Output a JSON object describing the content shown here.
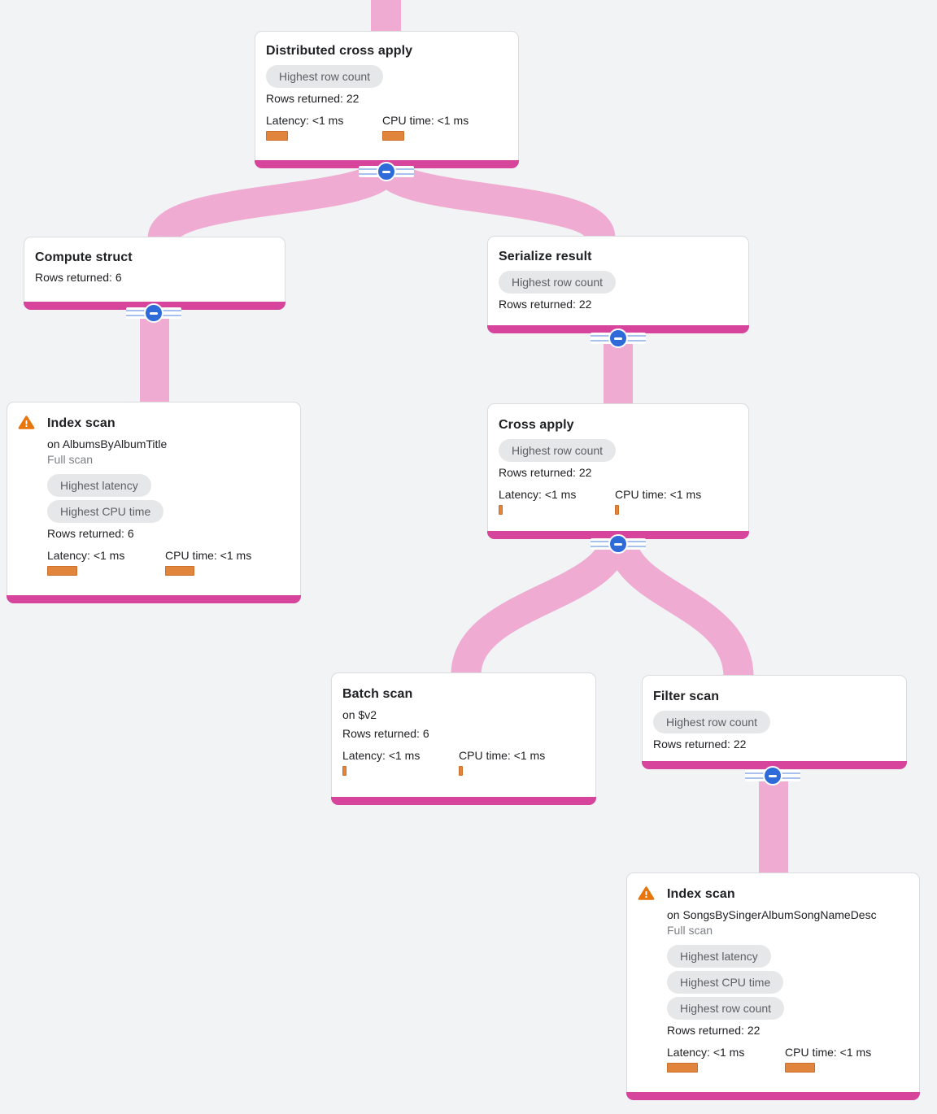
{
  "diagram": {
    "type": "query-execution-plan-tree",
    "colors": {
      "background": "#F1F3F4",
      "edge_pink": "#EFABD2",
      "node_footer_pink": "#D6459B",
      "collapse_button_blue": "#2E6BD9",
      "metric_bar_orange": "#E2853C",
      "warning_orange": "#E8740C",
      "badge_gray_bg": "#E6E7E9",
      "badge_gray_text": "#5C6065"
    }
  },
  "nodes": [
    {
      "id": "distributed-cross-apply",
      "title": "Distributed cross apply",
      "badges": [
        "Highest row count"
      ],
      "rows_returned": "Rows returned: 22",
      "latency_label": "Latency: <1 ms",
      "cpu_label": "CPU time: <1 ms",
      "latency_bar": 27,
      "cpu_bar": 27
    },
    {
      "id": "compute-struct",
      "title": "Compute struct",
      "rows_returned": "Rows returned: 6"
    },
    {
      "id": "serialize-result",
      "title": "Serialize result",
      "badges": [
        "Highest row count"
      ],
      "rows_returned": "Rows returned: 22"
    },
    {
      "id": "index-scan-albums",
      "title": "Index scan",
      "warning": true,
      "subtitle": "on AlbumsByAlbumTitle",
      "note": "Full scan",
      "badges": [
        "Highest latency",
        "Highest CPU time"
      ],
      "rows_returned": "Rows returned: 6",
      "latency_label": "Latency: <1 ms",
      "cpu_label": "CPU time: <1 ms",
      "latency_bar": 37,
      "cpu_bar": 36
    },
    {
      "id": "cross-apply",
      "title": "Cross apply",
      "badges": [
        "Highest row count"
      ],
      "rows_returned": "Rows returned: 22",
      "latency_label": "Latency: <1 ms",
      "cpu_label": "CPU time: <1 ms",
      "latency_bar": 5,
      "cpu_bar": 5
    },
    {
      "id": "batch-scan",
      "title": "Batch scan",
      "subtitle": "on $v2",
      "rows_returned": "Rows returned: 6",
      "latency_label": "Latency: <1 ms",
      "cpu_label": "CPU time: <1 ms",
      "latency_bar": 5,
      "cpu_bar": 5
    },
    {
      "id": "filter-scan",
      "title": "Filter scan",
      "badges": [
        "Highest row count"
      ],
      "rows_returned": "Rows returned: 22"
    },
    {
      "id": "index-scan-songs",
      "title": "Index scan",
      "warning": true,
      "subtitle": "on SongsBySingerAlbumSongNameDesc",
      "note": "Full scan",
      "badges": [
        "Highest latency",
        "Highest CPU time",
        "Highest row count"
      ],
      "rows_returned": "Rows returned: 22",
      "latency_label": "Latency: <1 ms",
      "cpu_label": "CPU time: <1 ms",
      "latency_bar": 38,
      "cpu_bar": 37
    }
  ],
  "edges": [
    {
      "from": "root",
      "to": "distributed-cross-apply"
    },
    {
      "from": "distributed-cross-apply",
      "to": "compute-struct"
    },
    {
      "from": "distributed-cross-apply",
      "to": "serialize-result"
    },
    {
      "from": "compute-struct",
      "to": "index-scan-albums"
    },
    {
      "from": "serialize-result",
      "to": "cross-apply"
    },
    {
      "from": "cross-apply",
      "to": "batch-scan"
    },
    {
      "from": "cross-apply",
      "to": "filter-scan"
    },
    {
      "from": "filter-scan",
      "to": "index-scan-songs"
    }
  ]
}
